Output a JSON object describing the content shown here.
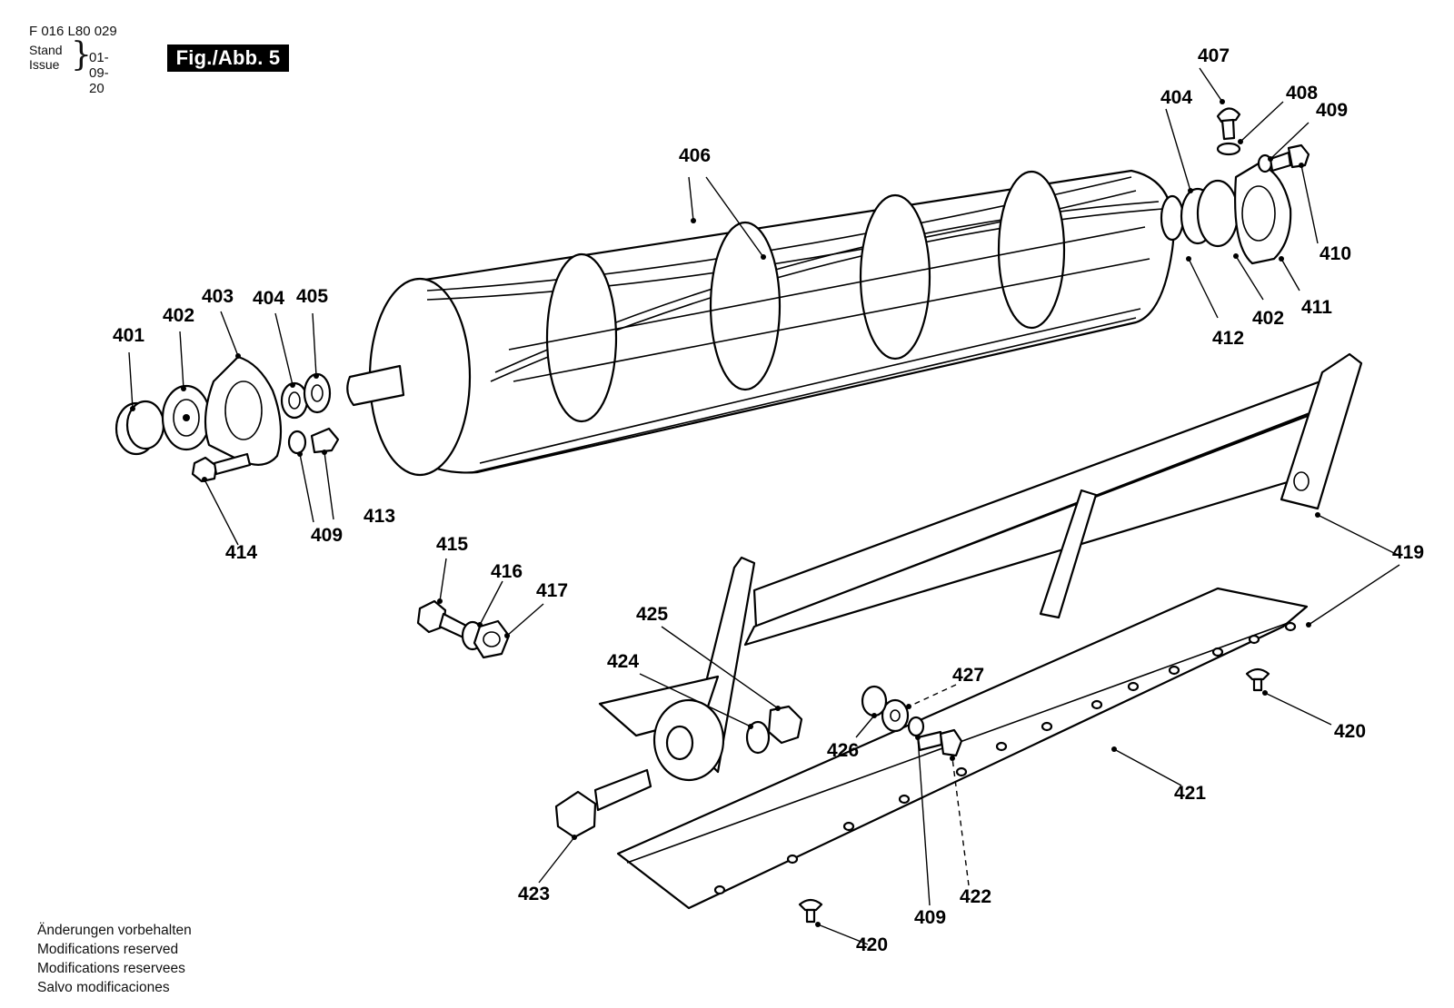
{
  "header": {
    "doc_code": "F 016 L80 029",
    "stand_label": "Stand",
    "issue_label": "Issue",
    "date": "01-09-20",
    "figure_tag": "Fig./Abb. 5"
  },
  "footer": {
    "notes": [
      "Änderungen vorbehalten",
      "Modifications reserved",
      "Modifications reservees",
      "Salvo modificaciones"
    ]
  },
  "callouts": {
    "c401": "401",
    "c402a": "402",
    "c403": "403",
    "c404a": "404",
    "c405": "405",
    "c406": "406",
    "c409a": "409",
    "c413": "413",
    "c414": "414",
    "c407": "407",
    "c404b": "404",
    "c408": "408",
    "c409b": "409",
    "c410": "410",
    "c411": "411",
    "c402b": "402",
    "c412": "412",
    "c415": "415",
    "c416": "416",
    "c417": "417",
    "c419": "419",
    "c420a": "420",
    "c420b": "420",
    "c421": "421",
    "c422": "422",
    "c423": "423",
    "c424": "424",
    "c425": "425",
    "c426": "426",
    "c427": "427",
    "c409c": "409"
  }
}
